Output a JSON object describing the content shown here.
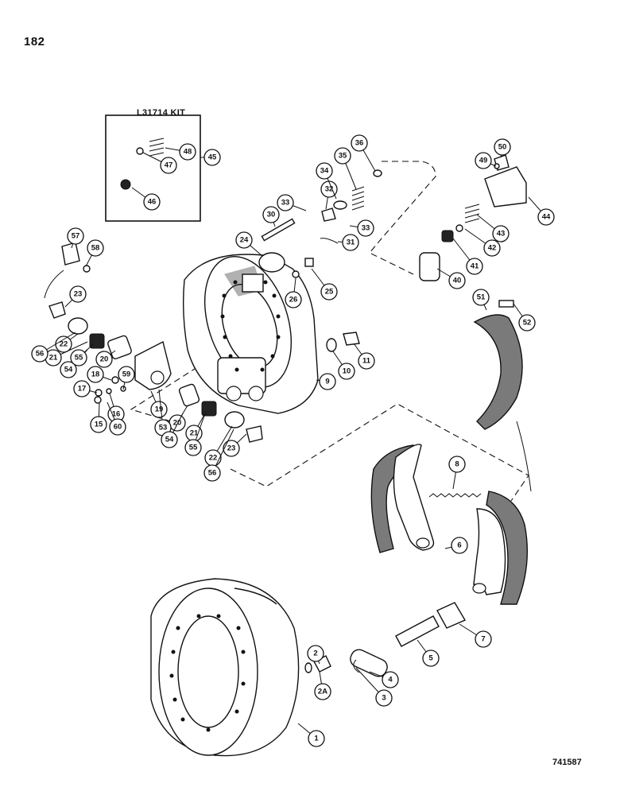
{
  "page_number": "182",
  "figure_id": "741587",
  "kit": {
    "title": "L31714 KIT",
    "number": "45"
  },
  "callouts": [
    "1",
    "2",
    "2A",
    "3",
    "4",
    "5",
    "6",
    "7",
    "8",
    "9",
    "10",
    "11",
    "15",
    "16",
    "17",
    "18",
    "19",
    "20",
    "20",
    "21",
    "21",
    "22",
    "22",
    "23",
    "23",
    "24",
    "25",
    "26",
    "30",
    "31",
    "32",
    "33",
    "33",
    "34",
    "35",
    "36",
    "40",
    "41",
    "42",
    "43",
    "44",
    "45",
    "46",
    "47",
    "48",
    "49",
    "50",
    "51",
    "52",
    "53",
    "54",
    "54",
    "55",
    "55",
    "56",
    "56",
    "57",
    "58",
    "59",
    "60"
  ]
}
